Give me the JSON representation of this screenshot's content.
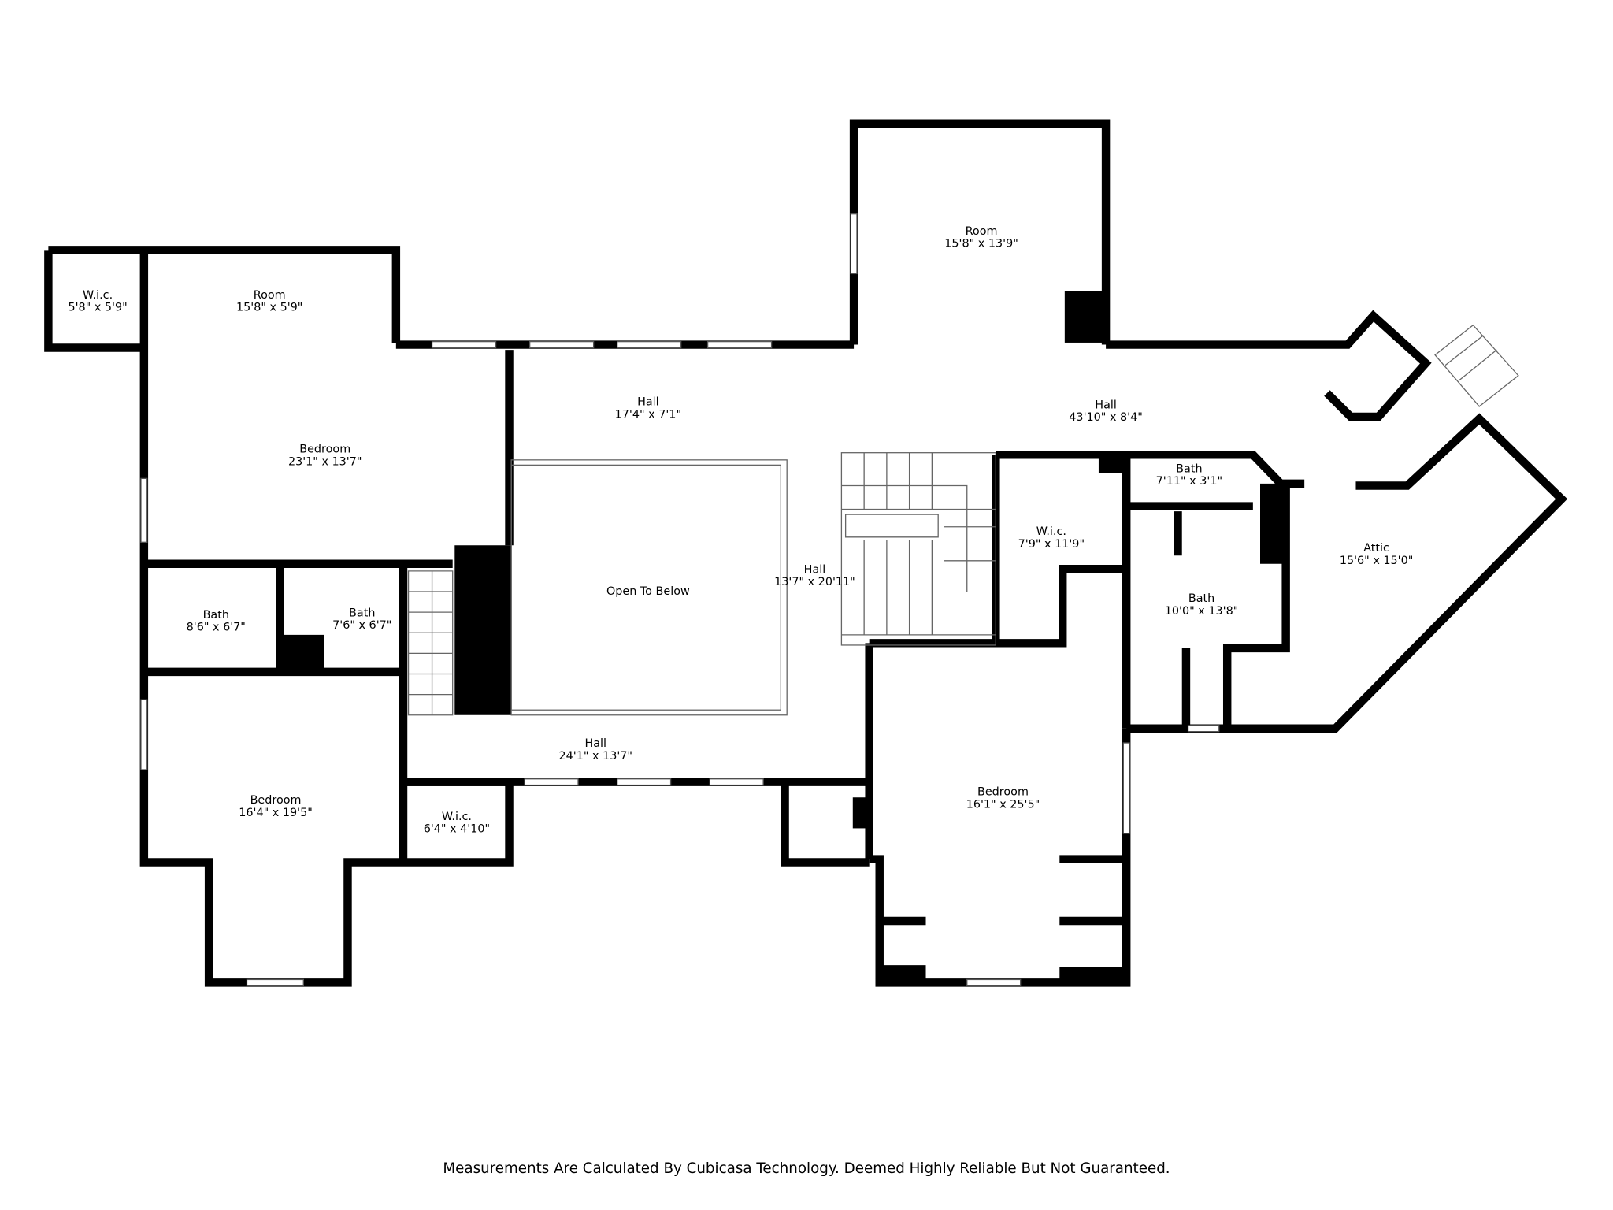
{
  "rooms": [
    {
      "name": "W.i.c.",
      "size": "5'8\" x 5'9\""
    },
    {
      "name": "Room",
      "size": "15'8\" x 5'9\""
    },
    {
      "name": "Room",
      "size": "15'8\" x 13'9\""
    },
    {
      "name": "Bedroom",
      "size": "23'1\" x 13'7\""
    },
    {
      "name": "Hall",
      "size": "17'4\" x 7'1\""
    },
    {
      "name": "Hall",
      "size": "43'10\" x 8'4\""
    },
    {
      "name": "Open To Below",
      "size": ""
    },
    {
      "name": "Hall",
      "size": "13'7\" x 20'11\""
    },
    {
      "name": "W.i.c.",
      "size": "7'9\" x 11'9\""
    },
    {
      "name": "Bath",
      "size": "7'11\" x 3'1\""
    },
    {
      "name": "Bath",
      "size": "10'0\" x 13'8\""
    },
    {
      "name": "Attic",
      "size": "15'6\" x 15'0\""
    },
    {
      "name": "Bath",
      "size": "8'6\" x 6'7\""
    },
    {
      "name": "Bath",
      "size": "7'6\" x 6'7\""
    },
    {
      "name": "Hall",
      "size": "24'1\" x 13'7\""
    },
    {
      "name": "Bedroom",
      "size": "16'4\" x 19'5\""
    },
    {
      "name": "W.i.c.",
      "size": "6'4\" x 4'10\""
    },
    {
      "name": "Bedroom",
      "size": "16'1\" x 25'5\""
    }
  ],
  "footer": "Measurements Are Calculated By Cubicasa Technology. Deemed Highly Reliable But Not Guaranteed."
}
